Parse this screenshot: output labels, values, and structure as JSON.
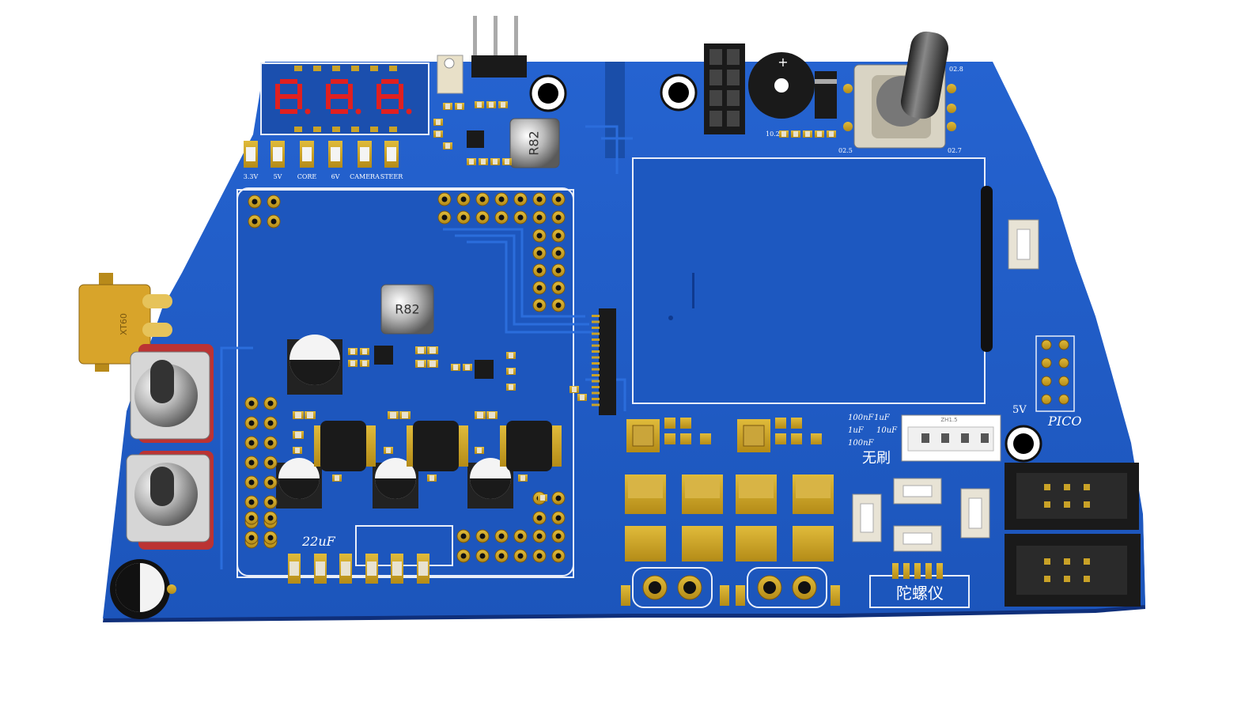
{
  "board": {
    "colors": {
      "solder_mask": "#1f5bc4",
      "solder_mask_dark": "#1a4ea9",
      "board_edge": "#0f2f7a",
      "pad_gold": "#c9a227",
      "silkscreen": "#ffffff",
      "display_red": "#e02020"
    },
    "display": {
      "digits": [
        "8.",
        "8.",
        "8."
      ]
    },
    "led_labels": [
      "3.3V",
      "5V",
      "CORE",
      "6V",
      "CAMERA",
      "STEER"
    ],
    "inductor_label": "R82",
    "cap_label_22uf": "22uF",
    "brushless_label": "无刷",
    "gyro_label": "陀螺仪",
    "pico_label": "PICO",
    "pin_5v_label": "5V",
    "cap_values": [
      "100nF",
      "1uF",
      "1uF",
      "10uF",
      "100nF"
    ],
    "xt60_label": "XT60",
    "connector_label": "ZH1.5",
    "encoder_pins": [
      "02.8",
      "02.5",
      "02.7",
      "10.2"
    ]
  }
}
